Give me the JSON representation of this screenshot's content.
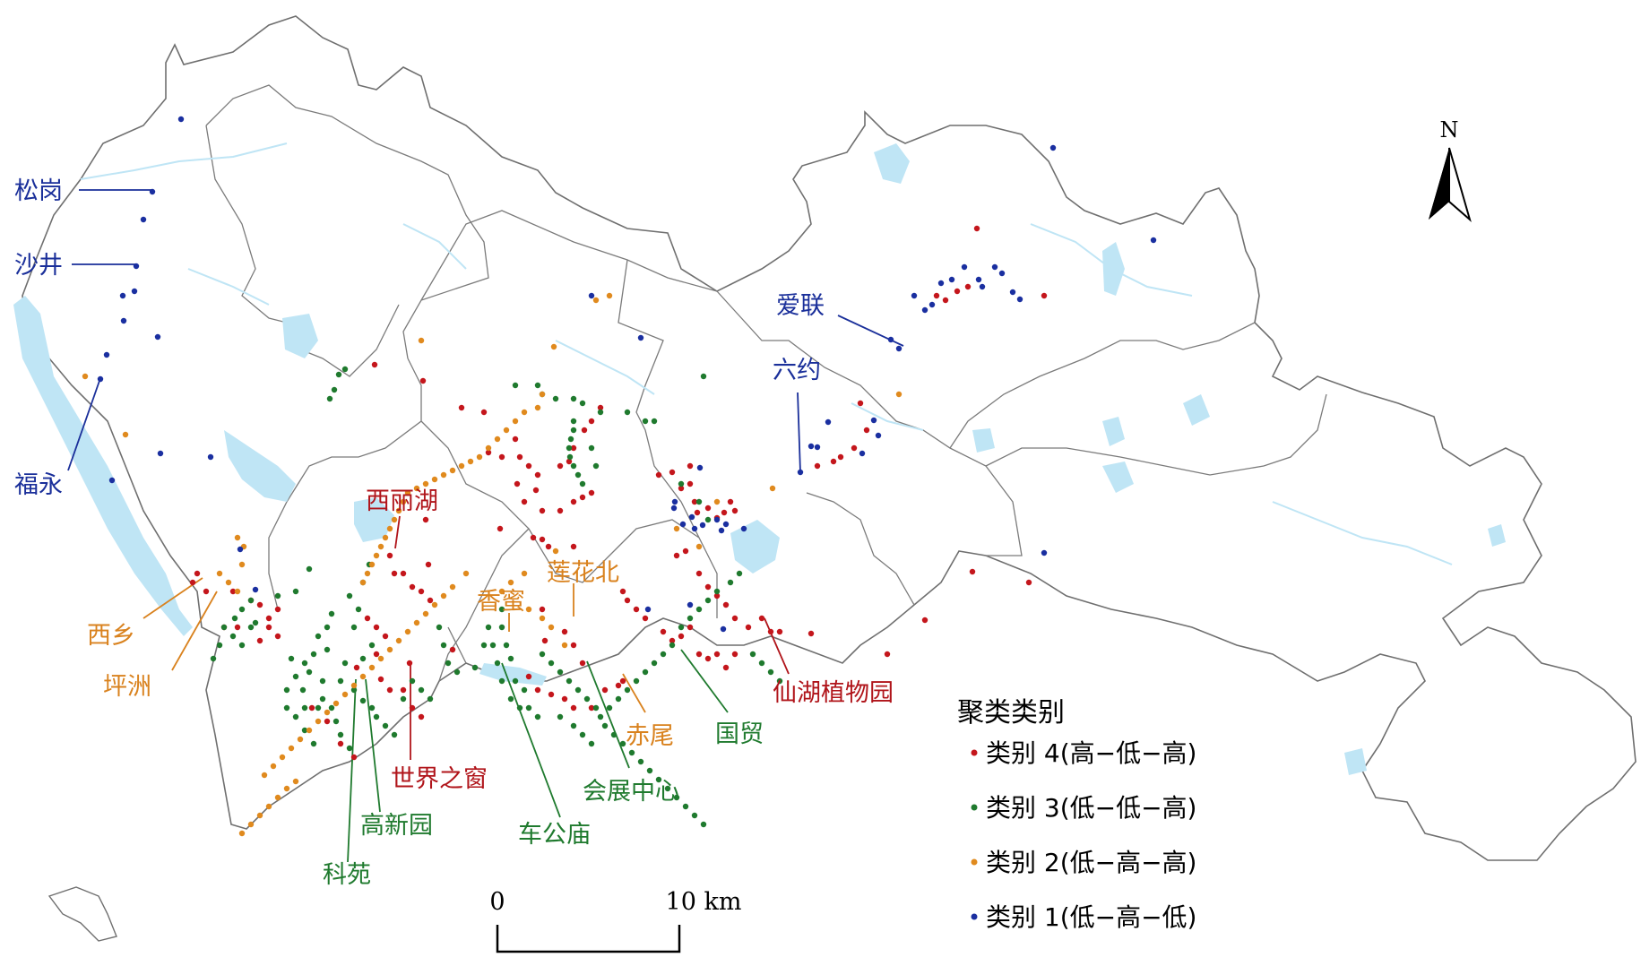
{
  "colors": {
    "land": "#ffffff",
    "boundary": "#6f6f6f",
    "water": "#bfe5f5",
    "cat4": "#c4161c",
    "cat3": "#1f7a2e",
    "cat2": "#e08a1e",
    "cat1": "#1a2fa0",
    "label_blue": "#1a2f9a",
    "label_red": "#b0141a",
    "label_orange": "#d9821e",
    "label_green": "#1f7a2e"
  },
  "north": "N",
  "scale": {
    "start": "0",
    "end": "10 km"
  },
  "legend": {
    "title": "聚类类别",
    "items": [
      {
        "key": "cat4",
        "label": "类别 4(高−低−高)"
      },
      {
        "key": "cat3",
        "label": "类别 3(低−低−高)"
      },
      {
        "key": "cat2",
        "label": "类别 2(低−高−高)"
      },
      {
        "key": "cat1",
        "label": "类别 1(低−高−低)"
      }
    ]
  },
  "labels": [
    {
      "id": "songgang",
      "text": "松岗",
      "color": "label_blue"
    },
    {
      "id": "shajing",
      "text": "沙井",
      "color": "label_blue"
    },
    {
      "id": "fuyong",
      "text": "福永",
      "color": "label_blue"
    },
    {
      "id": "ailian",
      "text": "爱联",
      "color": "label_blue"
    },
    {
      "id": "liuyue",
      "text": "六约",
      "color": "label_blue"
    },
    {
      "id": "xilihu",
      "text": "西丽湖",
      "color": "label_red"
    },
    {
      "id": "shijie",
      "text": "世界之窗",
      "color": "label_red"
    },
    {
      "id": "xianhu",
      "text": "仙湖植物园",
      "color": "label_red"
    },
    {
      "id": "lianhuabei",
      "text": "莲花北",
      "color": "label_orange"
    },
    {
      "id": "xiangmi",
      "text": "香蜜",
      "color": "label_orange"
    },
    {
      "id": "xixiang",
      "text": "西乡",
      "color": "label_orange"
    },
    {
      "id": "pingzhou",
      "text": "坪洲",
      "color": "label_orange"
    },
    {
      "id": "chiwei",
      "text": "赤尾",
      "color": "label_orange"
    },
    {
      "id": "guomao",
      "text": "国贸",
      "color": "label_green"
    },
    {
      "id": "huizhan",
      "text": "会展中心",
      "color": "label_green"
    },
    {
      "id": "chegongmiao",
      "text": "车公庙",
      "color": "label_green"
    },
    {
      "id": "gaoxinyuan",
      "text": "高新园",
      "color": "label_green"
    },
    {
      "id": "keyuan",
      "text": "科苑",
      "color": "label_green"
    }
  ]
}
